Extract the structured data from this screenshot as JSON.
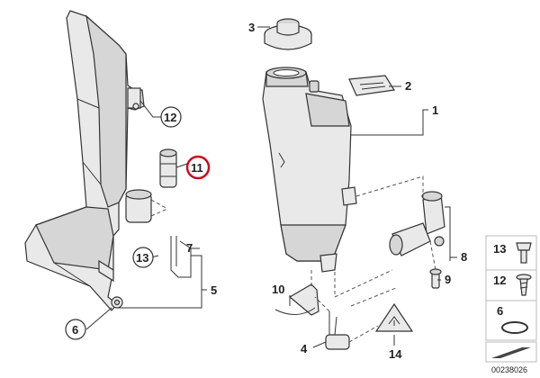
{
  "callouts": {
    "c1": "1",
    "c2": "2",
    "c3": "3",
    "c4": "4",
    "c5": "5",
    "c6": "6",
    "c7": "7",
    "c8": "8",
    "c9": "9",
    "c10": "10",
    "c11": "11",
    "c12": "12",
    "c13": "13",
    "c14": "14"
  },
  "legend": {
    "item13": "13",
    "item12": "12",
    "item6": "6"
  },
  "diagram_id": "00238026",
  "highlight_color": "#d0021b"
}
